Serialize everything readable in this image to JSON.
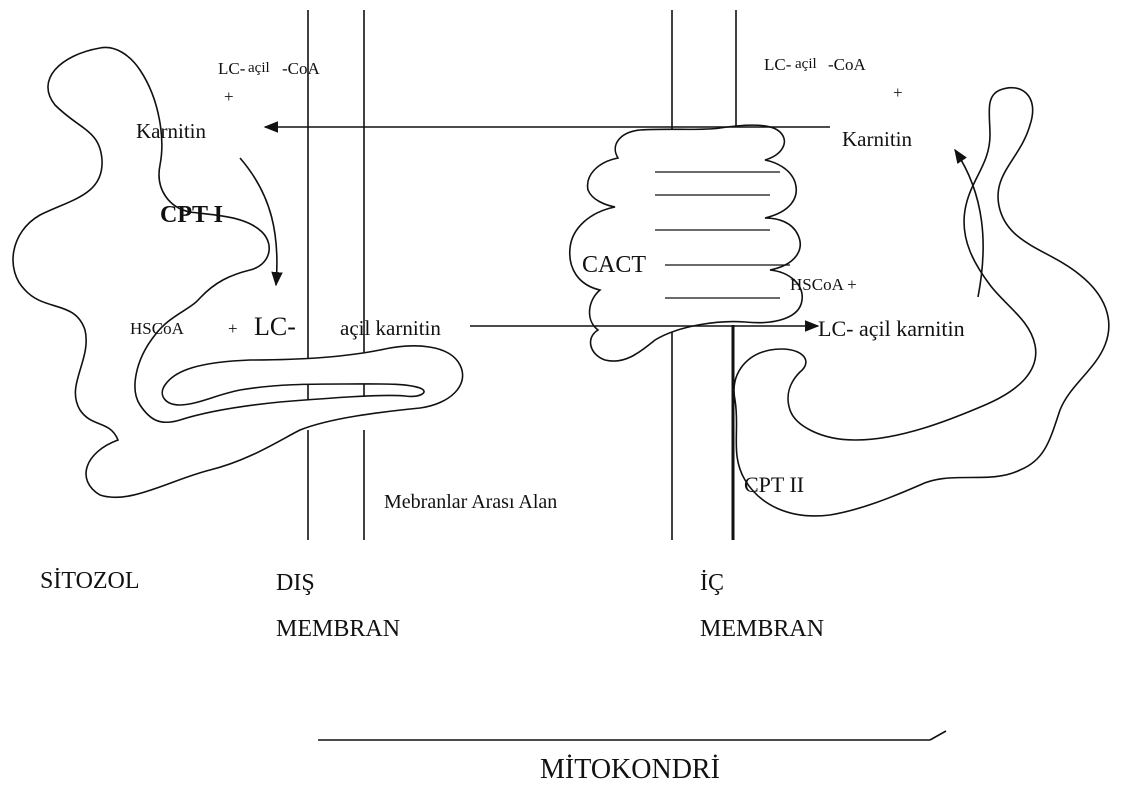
{
  "left_side": {
    "acyl_coa_prefix": "LC-",
    "acyl_coa_word": "açil",
    "acyl_coa_suffix": "-CoA",
    "plus_top": "+",
    "carnitine": "Karnitin",
    "enzyme": "CPT I",
    "hscoa": "HSCoA",
    "plus_mid": "+",
    "acyl_carnitine_prefix": "LC-",
    "acyl_carnitine_rest": "açil karnitin"
  },
  "right_side": {
    "acyl_coa_prefix": "LC-",
    "acyl_coa_word": "açil",
    "acyl_coa_suffix": "-CoA",
    "plus_top": "+",
    "carnitine": "Karnitin",
    "hscoa": "HSCoA +",
    "acyl_carnitine": "LC- açil karnitin",
    "enzyme": "CPT II"
  },
  "translocase": "CACT",
  "intermembrane_space": "Mebranlar Arası Alan",
  "compartments": {
    "cytosol": "SİTOZOL",
    "outer_membrane_line1": "DIŞ",
    "outer_membrane_line2": "MEMBRAN",
    "inner_membrane_line1": "İÇ",
    "inner_membrane_line2": "MEMBRAN"
  },
  "organelle": "MİTOKONDRİ"
}
